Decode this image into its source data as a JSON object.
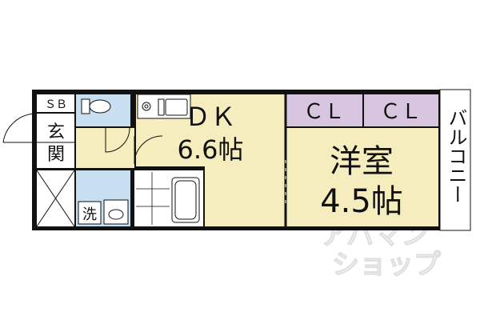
{
  "rooms": {
    "dk": {
      "label": "ＤＫ",
      "size": "6.6帖"
    },
    "western": {
      "label": "洋室",
      "size": "4.5帖"
    },
    "closet1": {
      "label": "ＣＬ"
    },
    "closet2": {
      "label": "ＣＬ"
    },
    "shoebox": {
      "label": "ＳＢ"
    },
    "genkan": {
      "label_line1": "玄",
      "label_line2": "関"
    },
    "washroom": {
      "label": "洗"
    },
    "balcony": {
      "label": "バルコニー"
    }
  },
  "watermark": {
    "line1": "アパマン",
    "line2": "ショップ"
  },
  "colors": {
    "dk_floor": "#f5edbd",
    "western_floor": "#f5edbd",
    "closet": "#d8c5df",
    "wet_area": "#c7dff0",
    "wall": "#111111",
    "balcony": "#ffffff"
  }
}
